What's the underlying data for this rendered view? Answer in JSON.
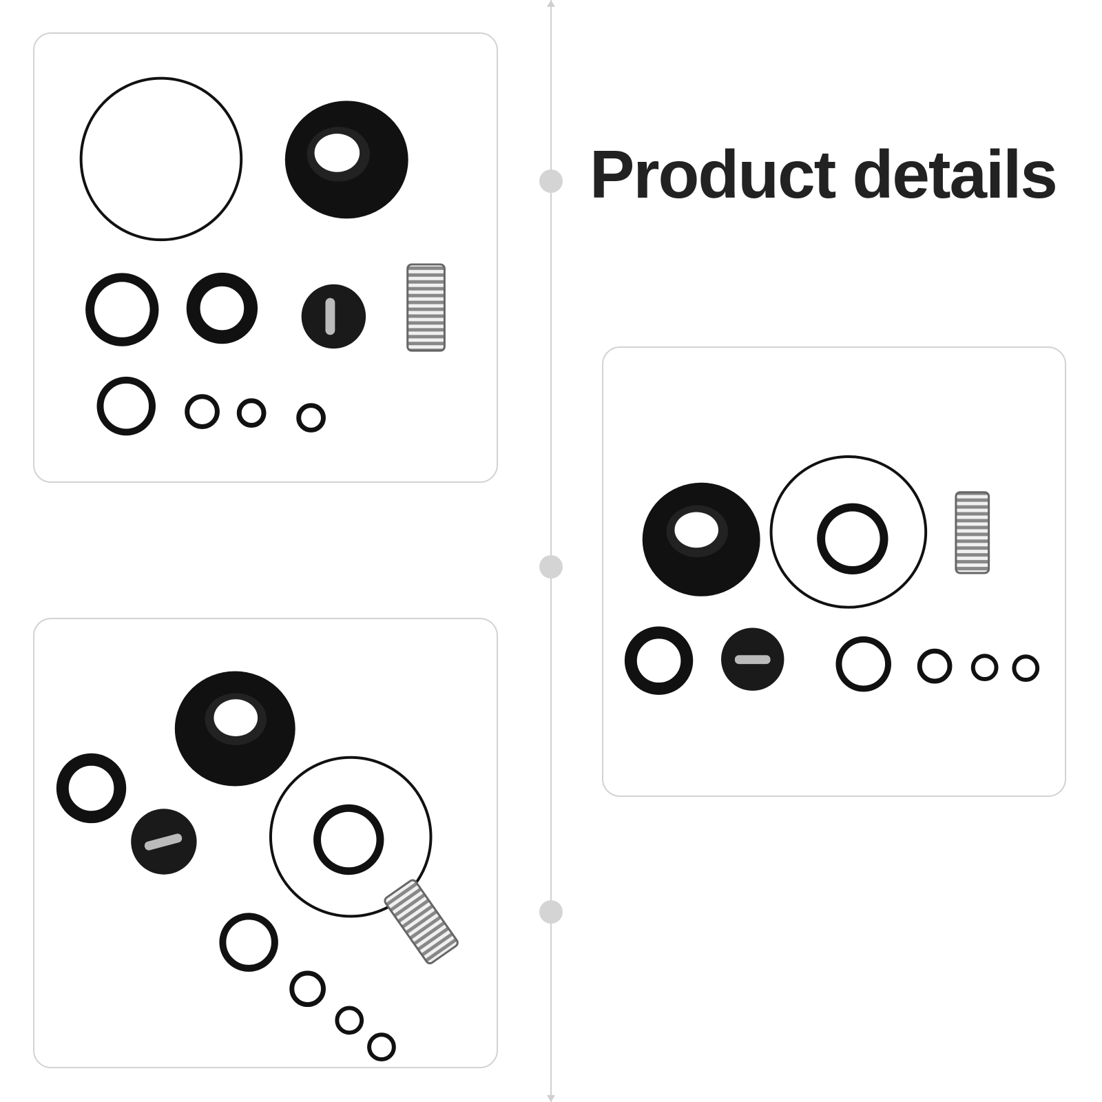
{
  "title": "Product details",
  "colors": {
    "background": "#ffffff",
    "card_border": "#d2d2d2",
    "timeline": "#cfcfcf",
    "part_black": "#111111",
    "spring_metal": "#8a8a8a"
  },
  "images": [
    {
      "name": "seal-kit-photo-top-left"
    },
    {
      "name": "seal-kit-photo-right"
    },
    {
      "name": "seal-kit-photo-bottom-left"
    }
  ]
}
